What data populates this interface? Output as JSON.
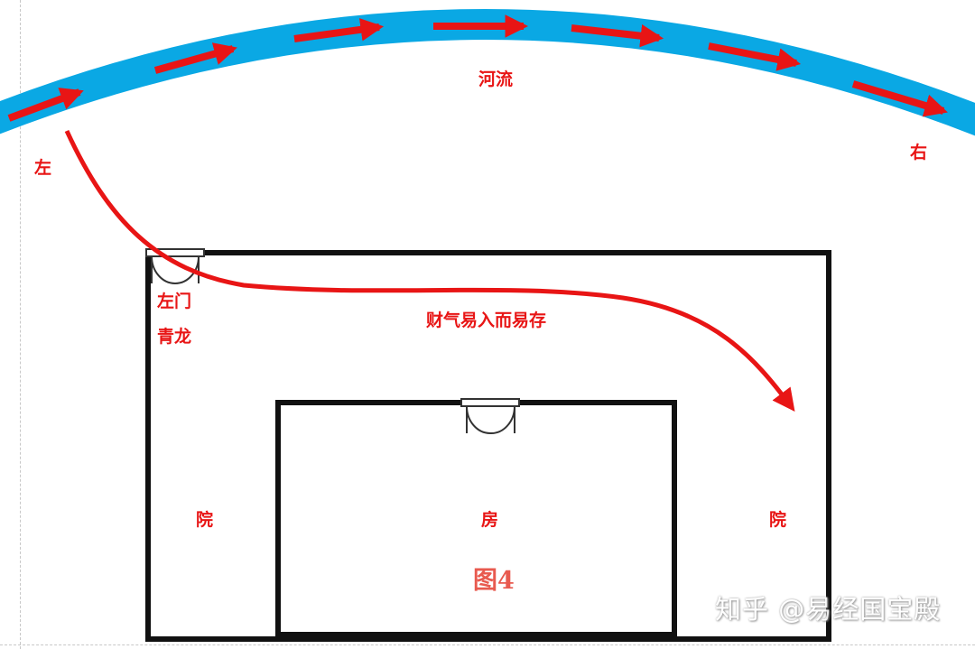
{
  "labels": {
    "river": "河流",
    "left": "左",
    "right": "右",
    "left_gate": "左门",
    "green_dragon": "青龙",
    "wealth_flow": "财气易入而易存",
    "yard_left": "院",
    "house": "房",
    "yard_right": "院"
  },
  "figure_caption": "图4",
  "watermark": "知乎 @易经国宝殿",
  "colors": {
    "river": "#0aa8e4",
    "arrow": "#e81515",
    "wall": "#111111",
    "label": "#e81515",
    "caption": "#e85a4f",
    "watermark": "#ffffff"
  }
}
